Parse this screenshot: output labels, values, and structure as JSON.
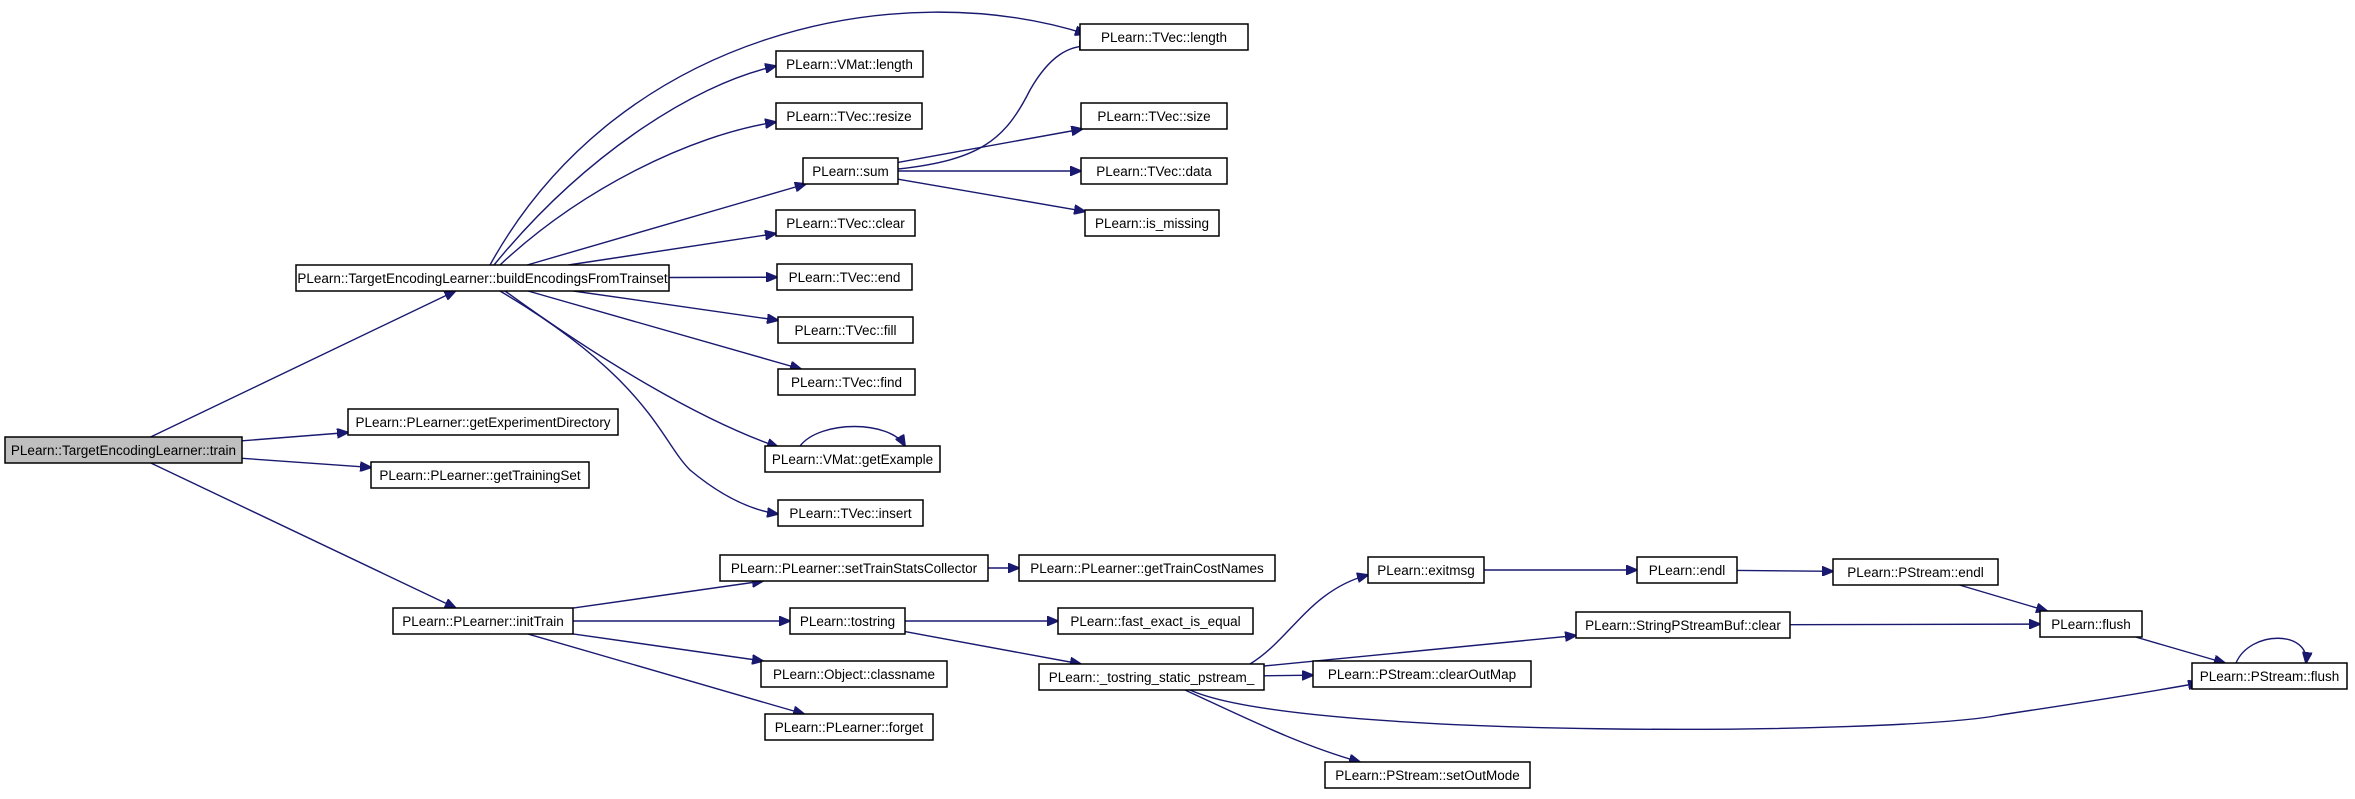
{
  "graph": {
    "edge_color": "#191970",
    "root_fill": "#bfbfbf",
    "nodes": [
      {
        "id": "train",
        "label": "PLearn::TargetEncodingLearner::train",
        "root": true
      },
      {
        "id": "build",
        "label": "PLearn::TargetEncodingLearner::buildEncodingsFromTrainset"
      },
      {
        "id": "getExpDir",
        "label": "PLearn::PLearner::getExperimentDirectory"
      },
      {
        "id": "getTrainSet",
        "label": "PLearn::PLearner::getTrainingSet"
      },
      {
        "id": "initTrain",
        "label": "PLearn::PLearner::initTrain"
      },
      {
        "id": "vmatLength",
        "label": "PLearn::VMat::length"
      },
      {
        "id": "tvecResize",
        "label": "PLearn::TVec::resize"
      },
      {
        "id": "sum",
        "label": "PLearn::sum"
      },
      {
        "id": "tvecClear",
        "label": "PLearn::TVec::clear"
      },
      {
        "id": "tvecEnd",
        "label": "PLearn::TVec::end"
      },
      {
        "id": "tvecFill",
        "label": "PLearn::TVec::fill"
      },
      {
        "id": "tvecFind",
        "label": "PLearn::TVec::find"
      },
      {
        "id": "getExample",
        "label": "PLearn::VMat::getExample"
      },
      {
        "id": "tvecInsert",
        "label": "PLearn::TVec::insert"
      },
      {
        "id": "tvecLength",
        "label": "PLearn::TVec::length"
      },
      {
        "id": "tvecSize",
        "label": "PLearn::TVec::size"
      },
      {
        "id": "tvecData",
        "label": "PLearn::TVec::data"
      },
      {
        "id": "isMissing",
        "label": "PLearn::is_missing"
      },
      {
        "id": "setTSC",
        "label": "PLearn::PLearner::setTrainStatsCollector"
      },
      {
        "id": "tostring",
        "label": "PLearn::tostring"
      },
      {
        "id": "classname",
        "label": "PLearn::Object::classname"
      },
      {
        "id": "forget",
        "label": "PLearn::PLearner::forget"
      },
      {
        "id": "getTCN",
        "label": "PLearn::PLearner::getTrainCostNames"
      },
      {
        "id": "fastExact",
        "label": "PLearn::fast_exact_is_equal"
      },
      {
        "id": "tostrStatic",
        "label": "PLearn::_tostring_static_pstream_"
      },
      {
        "id": "exitmsg",
        "label": "PLearn::exitmsg"
      },
      {
        "id": "spsbClear",
        "label": "PLearn::StringPStreamBuf::clear"
      },
      {
        "id": "clearOutMap",
        "label": "PLearn::PStream::clearOutMap"
      },
      {
        "id": "setOutMode",
        "label": "PLearn::PStream::setOutMode"
      },
      {
        "id": "endl",
        "label": "PLearn::endl"
      },
      {
        "id": "pstreamEndl",
        "label": "PLearn::PStream::endl"
      },
      {
        "id": "flush",
        "label": "PLearn::flush"
      },
      {
        "id": "pstreamFlush",
        "label": "PLearn::PStream::flush"
      }
    ],
    "edges": [
      [
        "train",
        "build"
      ],
      [
        "train",
        "getExpDir"
      ],
      [
        "train",
        "getTrainSet"
      ],
      [
        "train",
        "initTrain"
      ],
      [
        "build",
        "tvecLength"
      ],
      [
        "build",
        "vmatLength"
      ],
      [
        "build",
        "tvecResize"
      ],
      [
        "build",
        "sum"
      ],
      [
        "build",
        "tvecClear"
      ],
      [
        "build",
        "tvecEnd"
      ],
      [
        "build",
        "tvecFill"
      ],
      [
        "build",
        "tvecFind"
      ],
      [
        "build",
        "getExample"
      ],
      [
        "build",
        "tvecInsert"
      ],
      [
        "sum",
        "tvecLength"
      ],
      [
        "sum",
        "tvecSize"
      ],
      [
        "sum",
        "tvecData"
      ],
      [
        "sum",
        "isMissing"
      ],
      [
        "getExample",
        "getExample"
      ],
      [
        "initTrain",
        "setTSC"
      ],
      [
        "initTrain",
        "tostring"
      ],
      [
        "initTrain",
        "classname"
      ],
      [
        "initTrain",
        "forget"
      ],
      [
        "setTSC",
        "getTCN"
      ],
      [
        "tostring",
        "fastExact"
      ],
      [
        "tostring",
        "tostrStatic"
      ],
      [
        "tostrStatic",
        "exitmsg"
      ],
      [
        "tostrStatic",
        "spsbClear"
      ],
      [
        "tostrStatic",
        "clearOutMap"
      ],
      [
        "tostrStatic",
        "setOutMode"
      ],
      [
        "tostrStatic",
        "pstreamFlush"
      ],
      [
        "exitmsg",
        "endl"
      ],
      [
        "endl",
        "pstreamEndl"
      ],
      [
        "pstreamEndl",
        "flush"
      ],
      [
        "spsbClear",
        "flush"
      ],
      [
        "flush",
        "pstreamFlush"
      ],
      [
        "pstreamFlush",
        "pstreamFlush"
      ]
    ]
  }
}
